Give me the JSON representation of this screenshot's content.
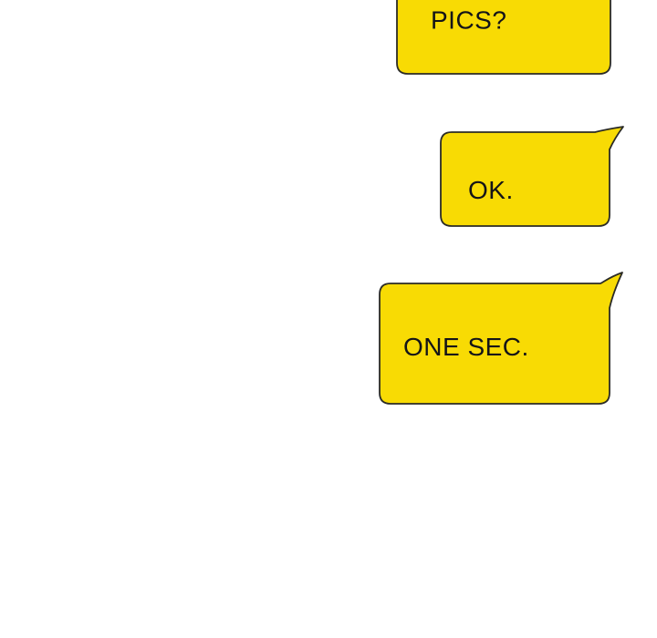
{
  "style": {
    "page_bg": "#ffffff",
    "bubble_fill": "#F8DB04",
    "bubble_stroke": "#2B2B26",
    "text_color": "#141418"
  },
  "bubbles": [
    {
      "id": "bubble-pics",
      "text": "PICS?"
    },
    {
      "id": "bubble-ok",
      "text": "OK."
    },
    {
      "id": "bubble-one-sec",
      "text": "ONE SEC."
    }
  ]
}
